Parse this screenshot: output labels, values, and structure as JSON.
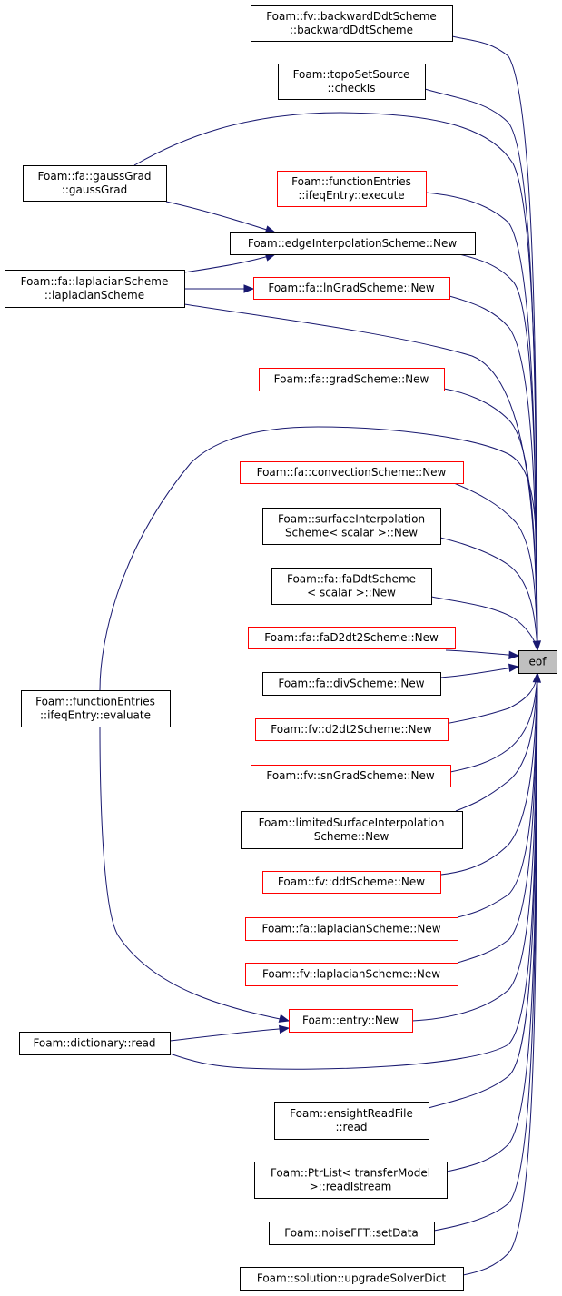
{
  "graph": {
    "target": {
      "id": "eof",
      "lines": [
        "eof"
      ]
    },
    "nodes": [
      {
        "id": "backwardDdtScheme",
        "lines": [
          "Foam::fv::backwardDdtScheme",
          "::backwardDdtScheme"
        ],
        "border": "black"
      },
      {
        "id": "topoSetSource",
        "lines": [
          "Foam::topoSetSource",
          "::checkIs"
        ],
        "border": "black"
      },
      {
        "id": "gaussGrad",
        "lines": [
          "Foam::fa::gaussGrad",
          "::gaussGrad"
        ],
        "border": "black"
      },
      {
        "id": "ifeqExecute",
        "lines": [
          "Foam::functionEntries",
          "::ifeqEntry::execute"
        ],
        "border": "red"
      },
      {
        "id": "edgeInterp",
        "lines": [
          "Foam::edgeInterpolationScheme::New"
        ],
        "border": "black"
      },
      {
        "id": "faLaplacianCtor",
        "lines": [
          "Foam::fa::laplacianScheme",
          "::laplacianScheme"
        ],
        "border": "black"
      },
      {
        "id": "lnGrad",
        "lines": [
          "Foam::fa::lnGradScheme::New"
        ],
        "border": "red"
      },
      {
        "id": "gradScheme",
        "lines": [
          "Foam::fa::gradScheme::New"
        ],
        "border": "red"
      },
      {
        "id": "convection",
        "lines": [
          "Foam::fa::convectionScheme::New"
        ],
        "border": "red"
      },
      {
        "id": "surfInterp",
        "lines": [
          "Foam::surfaceInterpolation",
          "Scheme< scalar >::New"
        ],
        "border": "black"
      },
      {
        "id": "faDdt",
        "lines": [
          "Foam::fa::faDdtScheme",
          "< scalar >::New"
        ],
        "border": "black"
      },
      {
        "id": "faD2dt2",
        "lines": [
          "Foam::fa::faD2dt2Scheme::New"
        ],
        "border": "red"
      },
      {
        "id": "faDiv",
        "lines": [
          "Foam::fa::divScheme::New"
        ],
        "border": "black"
      },
      {
        "id": "ifeqEvaluate",
        "lines": [
          "Foam::functionEntries",
          "::ifeqEntry::evaluate"
        ],
        "border": "black"
      },
      {
        "id": "fvD2dt2",
        "lines": [
          "Foam::fv::d2dt2Scheme::New"
        ],
        "border": "red"
      },
      {
        "id": "snGrad",
        "lines": [
          "Foam::fv::snGradScheme::New"
        ],
        "border": "red"
      },
      {
        "id": "limitedSurf",
        "lines": [
          "Foam::limitedSurfaceInterpolation",
          "Scheme::New"
        ],
        "border": "black"
      },
      {
        "id": "fvDdt",
        "lines": [
          "Foam::fv::ddtScheme::New"
        ],
        "border": "red"
      },
      {
        "id": "faLaplacianNew",
        "lines": [
          "Foam::fa::laplacianScheme::New"
        ],
        "border": "red"
      },
      {
        "id": "fvLaplacianNew",
        "lines": [
          "Foam::fv::laplacianScheme::New"
        ],
        "border": "red"
      },
      {
        "id": "entryNew",
        "lines": [
          "Foam::entry::New"
        ],
        "border": "red"
      },
      {
        "id": "dictRead",
        "lines": [
          "Foam::dictionary::read"
        ],
        "border": "black"
      },
      {
        "id": "ensightRead",
        "lines": [
          "Foam::ensightReadFile",
          "::read"
        ],
        "border": "black"
      },
      {
        "id": "ptrList",
        "lines": [
          "Foam::PtrList< transferModel",
          ">::readIstream"
        ],
        "border": "black"
      },
      {
        "id": "noiseFFT",
        "lines": [
          "Foam::noiseFFT::setData"
        ],
        "border": "black"
      },
      {
        "id": "upgradeSolver",
        "lines": [
          "Foam::solution::upgradeSolverDict"
        ],
        "border": "black"
      }
    ],
    "edges": [
      {
        "from": "eof",
        "to": "backwardDdtScheme"
      },
      {
        "from": "eof",
        "to": "topoSetSource"
      },
      {
        "from": "eof",
        "to": "gaussGrad"
      },
      {
        "from": "eof",
        "to": "ifeqExecute"
      },
      {
        "from": "eof",
        "to": "edgeInterp"
      },
      {
        "from": "edgeInterp",
        "to": "gaussGrad"
      },
      {
        "from": "edgeInterp",
        "to": "faLaplacianCtor"
      },
      {
        "from": "eof",
        "to": "faLaplacianCtor"
      },
      {
        "from": "eof",
        "to": "lnGrad"
      },
      {
        "from": "lnGrad",
        "to": "faLaplacianCtor"
      },
      {
        "from": "eof",
        "to": "gradScheme"
      },
      {
        "from": "eof",
        "to": "convection"
      },
      {
        "from": "eof",
        "to": "surfInterp"
      },
      {
        "from": "eof",
        "to": "faDdt"
      },
      {
        "from": "eof",
        "to": "faD2dt2"
      },
      {
        "from": "eof",
        "to": "faDiv"
      },
      {
        "from": "eof",
        "to": "ifeqEvaluate"
      },
      {
        "from": "eof",
        "to": "fvD2dt2"
      },
      {
        "from": "eof",
        "to": "snGrad"
      },
      {
        "from": "eof",
        "to": "limitedSurf"
      },
      {
        "from": "eof",
        "to": "fvDdt"
      },
      {
        "from": "eof",
        "to": "faLaplacianNew"
      },
      {
        "from": "eof",
        "to": "fvLaplacianNew"
      },
      {
        "from": "eof",
        "to": "entryNew"
      },
      {
        "from": "entryNew",
        "to": "ifeqEvaluate"
      },
      {
        "from": "entryNew",
        "to": "dictRead"
      },
      {
        "from": "eof",
        "to": "dictRead"
      },
      {
        "from": "eof",
        "to": "ensightRead"
      },
      {
        "from": "eof",
        "to": "ptrList"
      },
      {
        "from": "eof",
        "to": "noiseFFT"
      },
      {
        "from": "eof",
        "to": "upgradeSolver"
      }
    ]
  }
}
